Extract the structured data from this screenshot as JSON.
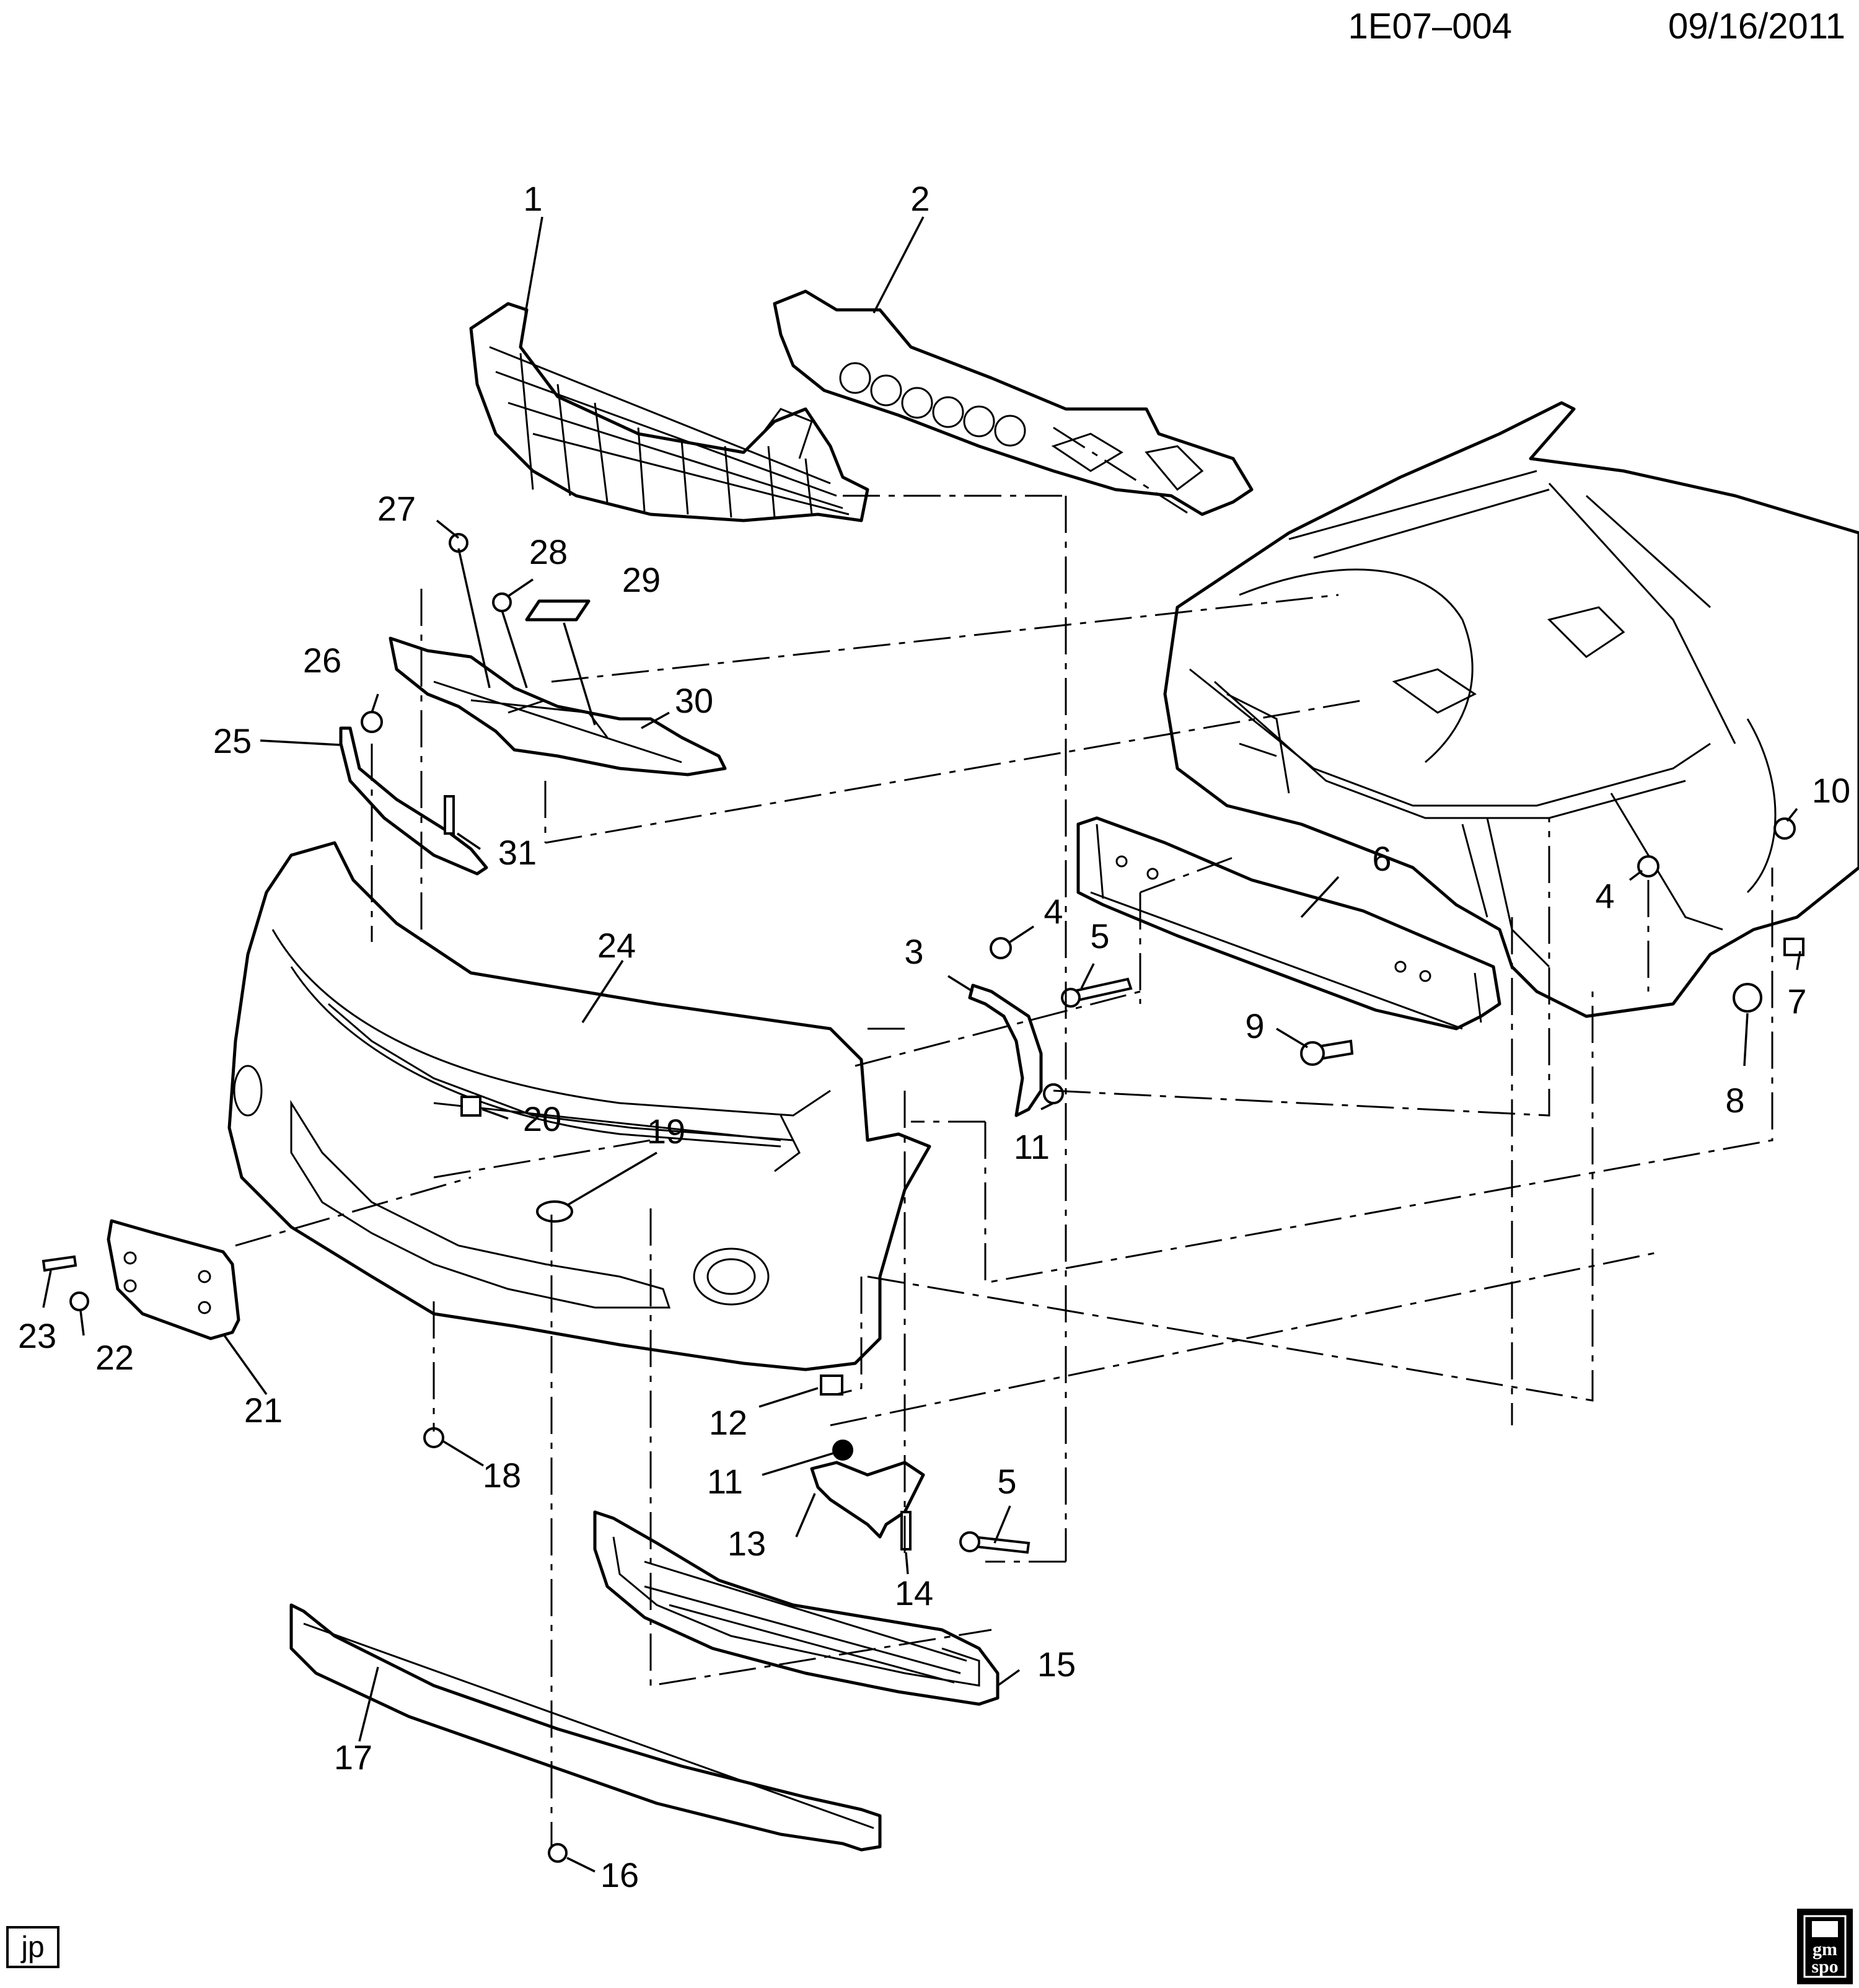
{
  "header": {
    "diagram_code": "1E07–004",
    "date": "09/16/2011"
  },
  "callouts": [
    {
      "number": "1"
    },
    {
      "number": "2"
    },
    {
      "number": "27"
    },
    {
      "number": "28"
    },
    {
      "number": "29"
    },
    {
      "number": "26"
    },
    {
      "number": "30"
    },
    {
      "number": "25"
    },
    {
      "number": "31"
    },
    {
      "number": "10"
    },
    {
      "number": "6"
    },
    {
      "number": "4"
    },
    {
      "number": "4"
    },
    {
      "number": "5"
    },
    {
      "number": "3"
    },
    {
      "number": "24"
    },
    {
      "number": "7"
    },
    {
      "number": "9"
    },
    {
      "number": "8"
    },
    {
      "number": "11"
    },
    {
      "number": "20"
    },
    {
      "number": "19"
    },
    {
      "number": "23"
    },
    {
      "number": "22"
    },
    {
      "number": "21"
    },
    {
      "number": "12"
    },
    {
      "number": "18"
    },
    {
      "number": "11"
    },
    {
      "number": "5"
    },
    {
      "number": "13"
    },
    {
      "number": "14"
    },
    {
      "number": "15"
    },
    {
      "number": "17"
    },
    {
      "number": "16"
    }
  ],
  "footer": {
    "initials_badge": "jp",
    "logo_line1": "gm",
    "logo_line2": "spo"
  }
}
